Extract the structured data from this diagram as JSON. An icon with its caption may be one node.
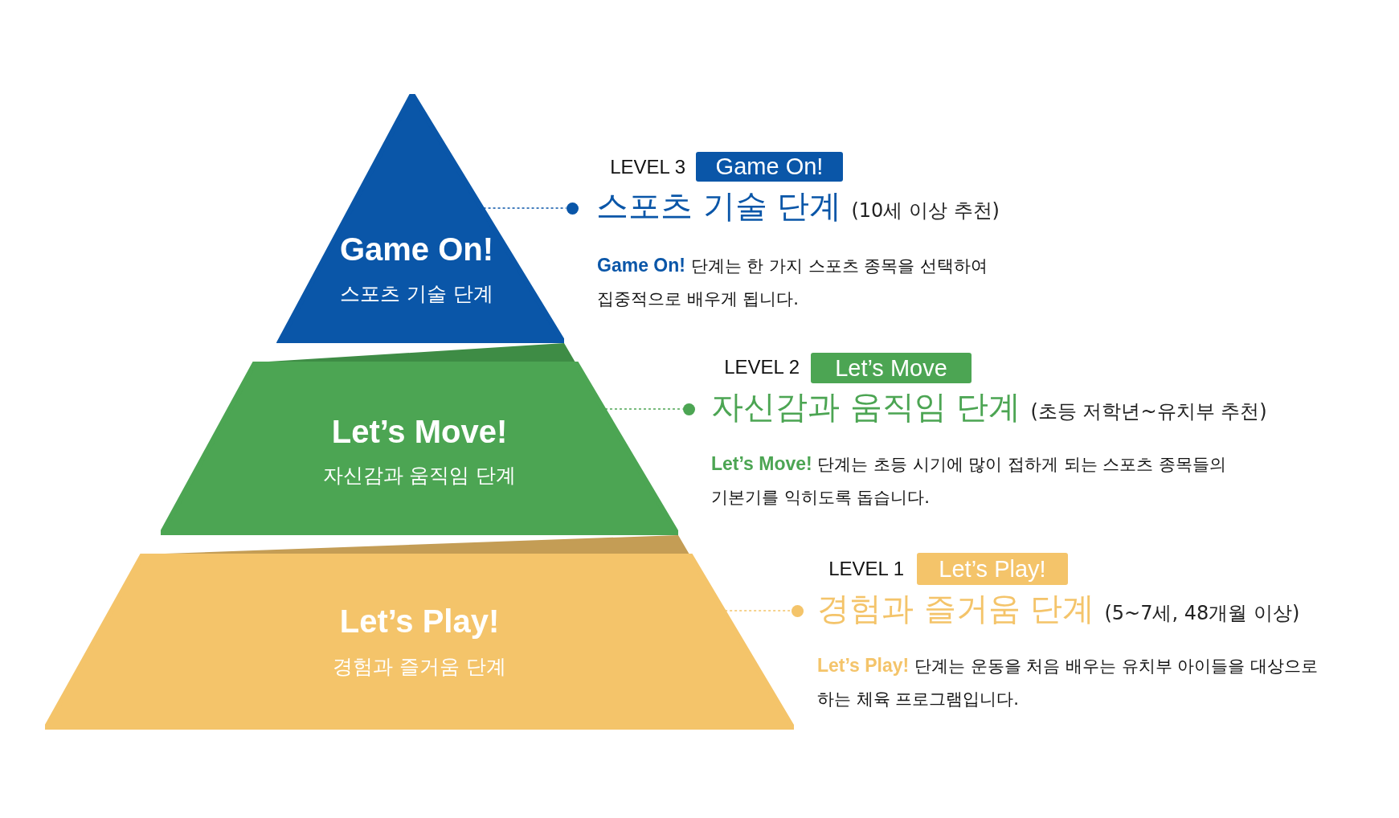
{
  "diagram": {
    "nodes": [
      {
        "text": [
          "Game On!",
          "스포츠 기술 단계"
        ]
      },
      {
        "text": [
          "Let’s Move!",
          "자신감과 움직임 단계"
        ]
      },
      {
        "text": [
          "Let’s Play!",
          "경험과 즐거움 단계"
        ]
      },
      {
        "text": [],
        "shape": "circle"
      },
      {
        "text": [],
        "shape": "circle"
      },
      {
        "text": [],
        "shape": "circle"
      },
      {
        "text": [
          "Game On!"
        ]
      },
      {
        "text": [
          "Let’s Move"
        ]
      },
      {
        "text": [
          "Let’s Play!"
        ]
      }
    ],
    "edges": [
      {
        "from": 0,
        "to": 3,
        "arrow": "none",
        "style": "dashed",
        "color": "#0a56a8"
      },
      {
        "from": 1,
        "to": 4,
        "arrow": "none",
        "style": "dashed",
        "color": "#4ca553"
      },
      {
        "from": 2,
        "to": 5,
        "arrow": "none",
        "style": "dashed",
        "color": "#f4c46a"
      }
    ],
    "labels": [
      "LEVEL 3",
      "스포츠 기술 단계",
      "(10세 이상 추천)",
      "**Game On!** 단계는 한 가지 스포츠 종목을 선택하여 집중적으로 배우게 됩니다.",
      "LEVEL 2",
      "자신감과 움직임 단계",
      "(초등 저학년~유치부 추천)",
      "**Let’s Move!** 단계는 초등 시기에 많이 접하게 되는 스포츠 종목들의 기본기를 익히도록 돕습니다.",
      "LEVEL 1",
      "경험과 즐거움 단계",
      "(5~7세, 48개월 이상)",
      "**Let’s Play!** 단계는 운동을 처음 배우는 유치부 아이들을 대상으로 하는 체육 프로그램입니다."
    ]
  }
}
